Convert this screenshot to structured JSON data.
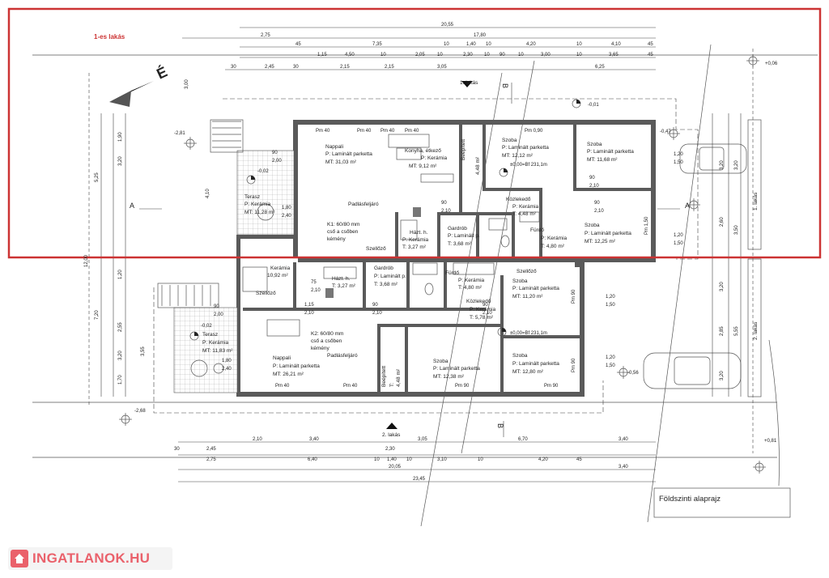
{
  "highlight_label": "1-es lakás",
  "title_block": "Földszinti alaprajz",
  "watermark": "INGATLANOK.HU",
  "colors": {
    "highlight": "#cc3333",
    "watermark": "#e8505b",
    "walls": "#5a5a5a"
  },
  "north_label": "É",
  "unit_labels": {
    "top": "1. lakás",
    "right_top": "1. lakás",
    "right_bottom": "2. lakás",
    "bottom": "2. lakás"
  },
  "section_labels": {
    "a": "A",
    "b": "B"
  },
  "levels": [
    "-0,01",
    "±0,00=Bf 231,1m",
    "-0,02",
    "-2,81",
    "-0,47",
    "-0,56",
    "+0,06",
    "+0,81",
    "-2,68",
    "±0,00=Bf 231,1m",
    "-0,02"
  ],
  "top_dims": {
    "overall": "20,55",
    "row2": [
      "2,75",
      "17,80"
    ],
    "row3": [
      "45",
      "7,35",
      "10",
      "1,40",
      "10",
      "4,20",
      "10",
      "4,10",
      "45"
    ],
    "row4": [
      "1,15",
      "4,50",
      "10",
      "2,05",
      "10",
      "2,30",
      "10",
      "90",
      "10",
      "3,00",
      "10",
      "3,65",
      "45"
    ],
    "row5": [
      "30",
      "2,45",
      "30",
      "2,15",
      "2,15",
      "3,05",
      "6,25"
    ]
  },
  "bottom_dims": {
    "row1": [
      "30",
      "2,45",
      "2,10",
      "3,40",
      "2,30",
      "3,05",
      "6,70",
      "3,40"
    ],
    "row2": [
      "2,75",
      "6,40",
      "10",
      "1,40",
      "10",
      "3,10",
      "10",
      "4,20",
      "45"
    ],
    "row3": [
      "20,05",
      "3,40"
    ],
    "overall": "23,45"
  },
  "right_dims": [
    "3,20",
    "1,20",
    "1,50",
    "3,20",
    "2,60",
    "3,50",
    "1,20",
    "1,50",
    "3,20",
    "5,55",
    "2,85",
    "3,20",
    "1,20",
    "1,50"
  ],
  "left_dims": [
    "3,00",
    "1,90",
    "3,20",
    "5,25",
    "1,20",
    "7,20",
    "2,55",
    "3,20",
    "1,70",
    "4,10",
    "3,55",
    "12,00"
  ],
  "rooms": [
    {
      "name": "Nappali",
      "floor": "P: Laminált parketta",
      "area": "MT:          31,03 m²"
    },
    {
      "name": "Konyha, étkező",
      "floor": "P: Kerámia",
      "area": "MT:   9,12 m²"
    },
    {
      "name": "Szoba",
      "floor": "P: Laminált parketta",
      "area": "MT:    12,12 m²"
    },
    {
      "name": "Szoba",
      "floor": "P: Laminált parketta",
      "area": "MT:      11,68 m²"
    },
    {
      "name": "Terasz",
      "floor": "P:   Kerámia",
      "area": "MT:   11,28 m²"
    },
    {
      "name": "Padlásfeljáró",
      "floor": "",
      "area": ""
    },
    {
      "name": "Közlekedő",
      "floor": "P: Kerámia",
      "area": "T:   4,48 m²"
    },
    {
      "name": "Szoba",
      "floor": "P: Laminált parketta",
      "area": "MT:       12,25 m²"
    },
    {
      "name": "Gardrób",
      "floor": "P: Laminált p.",
      "area": "T:    3,68 m²"
    },
    {
      "name": "Fürdő",
      "floor": "P: Kerámia",
      "area": "T:  4,80 m²"
    },
    {
      "name": "Házt. h.",
      "floor": "P: Kerámia",
      "area": "T:  3,27 m²"
    },
    {
      "name": "Szellőző",
      "floor": "",
      "area": ""
    },
    {
      "name": "Kerámia",
      "floor": "",
      "area": "10,92 m²"
    },
    {
      "name": "Házt. h.",
      "floor": "",
      "area": "T:  3,27 m²"
    },
    {
      "name": "Gardrób",
      "floor": "P: Laminált p.",
      "area": "T:    3,68 m²"
    },
    {
      "name": "Fürdő",
      "floor": "P: Kerámia",
      "area": "T:  4,80 m²"
    },
    {
      "name": "Szellőző",
      "floor": "",
      "area": ""
    },
    {
      "name": "Szoba",
      "floor": "P: Laminált parketta",
      "area": "MT:        11,20 m²"
    },
    {
      "name": "Közlekedő",
      "floor": "P: Kerámia",
      "area": "T:   5,78 m²"
    },
    {
      "name": "Terasz",
      "floor": "P:   Kerámia",
      "area": "MT:  11,83 m²"
    },
    {
      "name": "Nappali",
      "floor": "P: Laminált parketta",
      "area": "MT:           26,21 m²"
    },
    {
      "name": "Padlásfeljáró",
      "floor": "",
      "area": ""
    },
    {
      "name": "Szoba",
      "floor": "P: Laminált parketta",
      "area": "MT:       12,38 m²"
    },
    {
      "name": "Szoba",
      "floor": "P: Laminált parketta",
      "area": "MT:       12,80 m²"
    },
    {
      "name": "Beépített",
      "floor": "",
      "area": "4,48 m²"
    },
    {
      "name": "Beépített",
      "floor": "T:",
      "area": "4,48 m²"
    },
    {
      "name": "Szellőző",
      "floor": "",
      "area": ""
    }
  ],
  "chimneys": [
    {
      "line1": "K1: 60/80 mm",
      "line2": "cső a csőben",
      "line3": "kémény"
    },
    {
      "line1": "K2: 60/80 mm",
      "line2": "cső a csőben",
      "line3": "kémény"
    }
  ],
  "openings": [
    "Pm 40",
    "Pm 40",
    "Pm 40",
    "Pm 40",
    "Pm 0,90",
    "Pm 90",
    "Pm 40",
    "Pm 40",
    "Pm 90",
    "Pm 1,50",
    "Pm 90",
    "Pm 90"
  ],
  "door_dims": [
    "90",
    "2,00",
    "1,80",
    "2,40",
    "90",
    "2,10",
    "90",
    "2,10",
    "90",
    "2,10",
    "90",
    "2,10",
    "90",
    "2,10",
    "90",
    "2,10",
    "90",
    "2,10",
    "75",
    "2,10",
    "1,15",
    "2,10",
    "90",
    "2,00",
    "1,80",
    "2,40",
    "90",
    "2,10",
    "90",
    "2,10",
    "1,20",
    "1,50",
    "1,20",
    "1,50"
  ]
}
